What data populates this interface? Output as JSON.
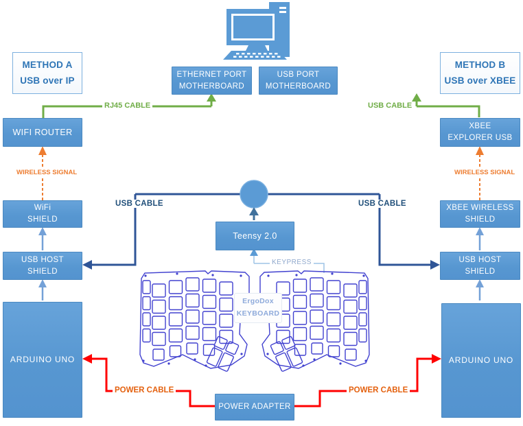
{
  "methods": {
    "a": "METHOD A\nUSB over IP",
    "b": "METHOD B\nUSB over XBEE"
  },
  "boxes": {
    "ethernet_port": "ETHERNET PORT\nMOTHERBOARD",
    "usb_port": "USB PORT\nMOTHERBOARD",
    "wifi_router": "WIFI ROUTER",
    "xbee_explorer": "XBEE\nEXPLORER USB",
    "wifi_shield": "WiFi\nSHIELD",
    "xbee_wireless_shield": "XBEE WIRELESS\nSHIELD",
    "usb_host_shield_left": "USB HOST\nSHIELD",
    "usb_host_shield_right": "USB HOST\nSHIELD",
    "arduino_left": "ARDUINO UNO",
    "arduino_right": "ARDUINO UNO",
    "teensy": "Teensy 2.0",
    "power_adapter": "POWER ADAPTER",
    "ergodox": "ErgoDox\nKEYBOARD"
  },
  "cable_labels": {
    "rj45": "RJ45 CABLE",
    "usb_top": "USB CABLE",
    "usb_left": "USB CABLE",
    "usb_right": "USB CABLE",
    "wireless_left": "WIRELESS SIGNAL",
    "wireless_right": "WIRELESS SIGNAL",
    "keypress": "KEYPRESS",
    "power_left": "POWER CABLE",
    "power_right": "POWER CABLE"
  },
  "colors": {
    "box_blue": "#5B9BD5",
    "box_border": "#4A88C0",
    "navy_cable": "#2F5597",
    "green_cable": "#70AD47",
    "orange_signal": "#ED7D31",
    "red_power": "#FF0000",
    "method_text": "#2E75B6",
    "keyboard_outline": "#4040CF",
    "keypress_text": "#8FA8CC"
  }
}
